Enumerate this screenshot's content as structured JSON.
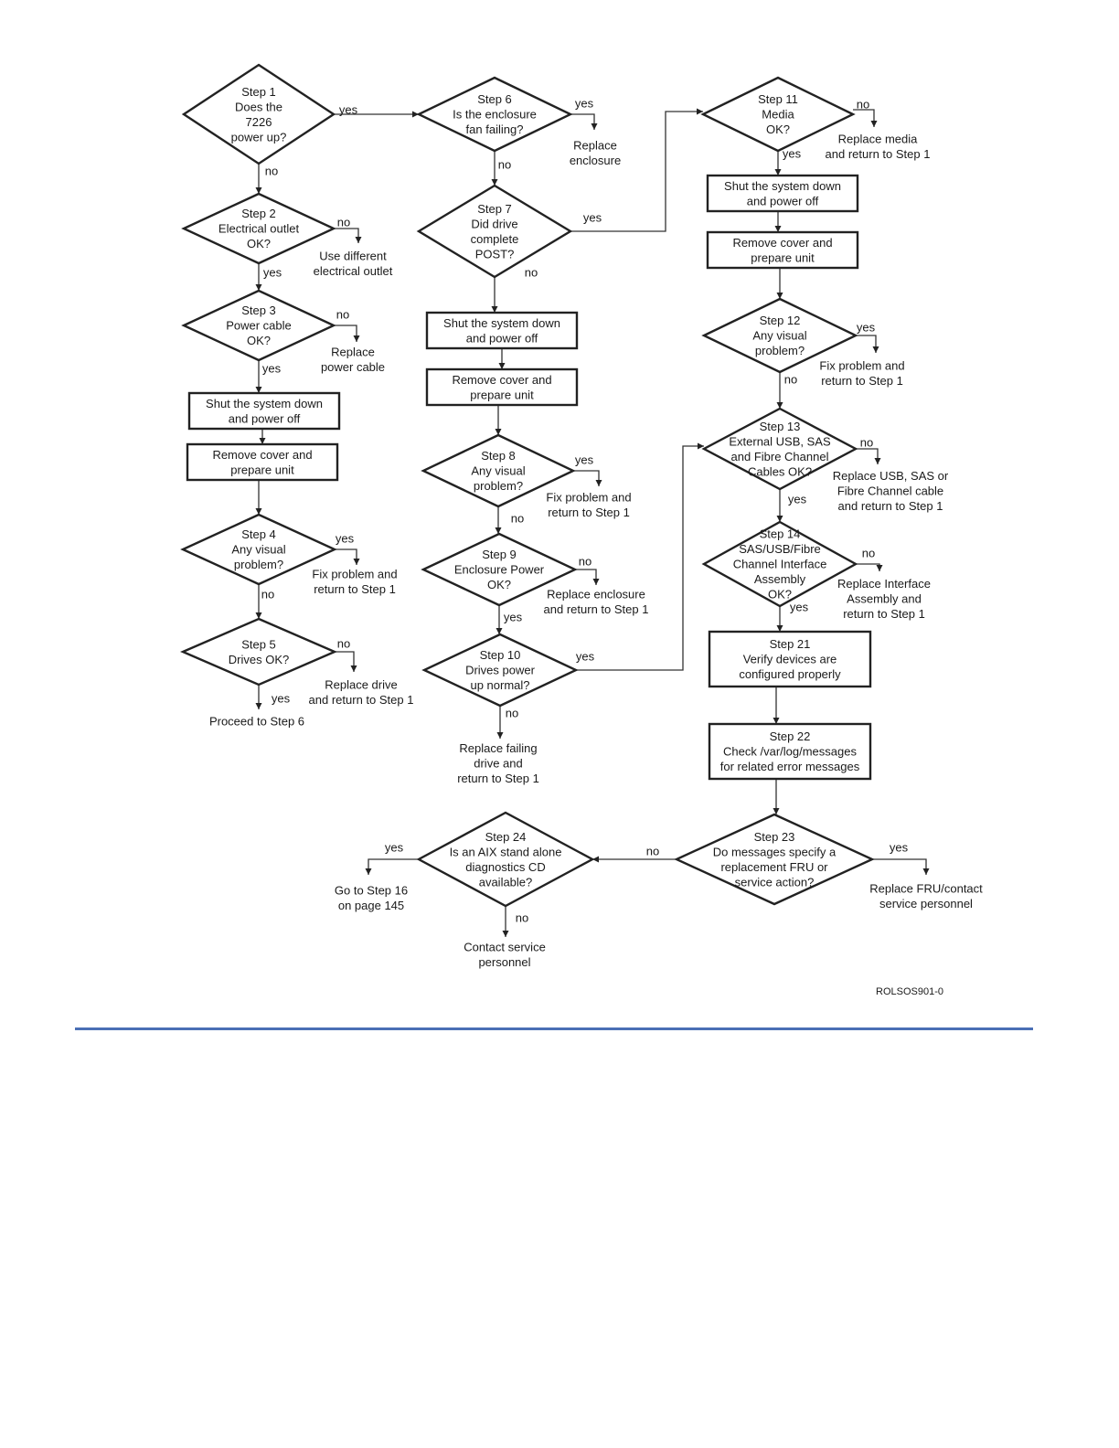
{
  "figure_code": "ROLSOS901-0",
  "accent_color": "#4a6fb5",
  "nodes": {
    "s1": [
      "Step 1",
      "Does the",
      "7226",
      "power up?"
    ],
    "s2": [
      "Step 2",
      "Electrical outlet",
      "OK?"
    ],
    "s3": [
      "Step 3",
      "Power cable",
      "OK?"
    ],
    "shut1": [
      "Shut the system down",
      "and power off"
    ],
    "rem1": [
      "Remove cover and",
      "prepare unit"
    ],
    "s4": [
      "Step 4",
      "Any visual",
      "problem?"
    ],
    "s5": [
      "Step 5",
      "Drives OK?"
    ],
    "s6": [
      "Step 6",
      "Is the enclosure",
      "fan failing?"
    ],
    "s7": [
      "Step 7",
      "Did drive",
      "complete",
      "POST?"
    ],
    "shut2": [
      "Shut the system down",
      "and power off"
    ],
    "rem2": [
      "Remove cover and",
      "prepare unit"
    ],
    "s8": [
      "Step 8",
      "Any visual",
      "problem?"
    ],
    "s9": [
      "Step 9",
      "Enclosure Power",
      "OK?"
    ],
    "s10": [
      "Step 10",
      "Drives power",
      "up normal?"
    ],
    "s11": [
      "Step 11",
      "Media",
      "OK?"
    ],
    "shut3": [
      "Shut the system down",
      "and power off"
    ],
    "rem3": [
      "Remove cover and",
      "prepare unit"
    ],
    "s12": [
      "Step 12",
      "Any visual",
      "problem?"
    ],
    "s13": [
      "Step 13",
      "External USB, SAS",
      "and Fibre Channel",
      "Cables OK?"
    ],
    "s14": [
      "Step 14",
      "SAS/USB/Fibre",
      "Channel Interface",
      "Assembly",
      "OK?"
    ],
    "s21": [
      "Step 21",
      "Verify devices are",
      "configured properly"
    ],
    "s22": [
      "Step 22",
      "Check /var/log/messages",
      "for related error messages"
    ],
    "s23": [
      "Step 23",
      "Do messages specify a",
      "replacement FRU or",
      "service action?"
    ],
    "s24": [
      "Step 24",
      "Is an AIX stand alone",
      "diagnostics CD",
      "available?"
    ]
  },
  "outcomes": {
    "o2": [
      "Use different",
      "electrical outlet"
    ],
    "o3": [
      "Replace",
      "power cable"
    ],
    "o4": [
      "Fix problem and",
      "return to Step 1"
    ],
    "o5": [
      "Replace drive",
      "and return to Step 1"
    ],
    "o5y": [
      "Proceed to Step 6"
    ],
    "o6": [
      "Replace",
      "enclosure"
    ],
    "o8": [
      "Fix problem and",
      "return to Step 1"
    ],
    "o9": [
      "Replace enclosure",
      "and return to Step 1"
    ],
    "o10": [
      "Replace failing",
      "drive and",
      "return to Step 1"
    ],
    "o11": [
      "Replace media",
      "and return to Step 1"
    ],
    "o12": [
      "Fix problem and",
      "return to Step 1"
    ],
    "o13": [
      "Replace USB, SAS or",
      "Fibre Channel cable",
      "and return to Step 1"
    ],
    "o14": [
      "Replace Interface",
      "Assembly and",
      "return to Step 1"
    ],
    "o23": [
      "Replace FRU/contact",
      "service personnel"
    ],
    "o24y": [
      "Go to Step 16",
      "on page 145"
    ],
    "o24n": [
      "Contact service",
      "personnel"
    ]
  },
  "labels": {
    "l1y": "yes",
    "l1n": "no",
    "l2n": "no",
    "l2y": "yes",
    "l3n": "no",
    "l3y": "yes",
    "l4y": "yes",
    "l4n": "no",
    "l5n": "no",
    "l5y": "yes",
    "l6y": "yes",
    "l6n": "no",
    "l7y": "yes",
    "l7n": "no",
    "l8y": "yes",
    "l8n": "no",
    "l9n": "no",
    "l9y": "yes",
    "l10y": "yes",
    "l10n": "no",
    "l11n": "no",
    "l11y": "yes",
    "l12y": "yes",
    "l12n": "no",
    "l13n": "no",
    "l13y": "yes",
    "l14n": "no",
    "l14y": "yes",
    "l23y": "yes",
    "l23n": "no",
    "l24y": "yes",
    "l24n": "no"
  }
}
